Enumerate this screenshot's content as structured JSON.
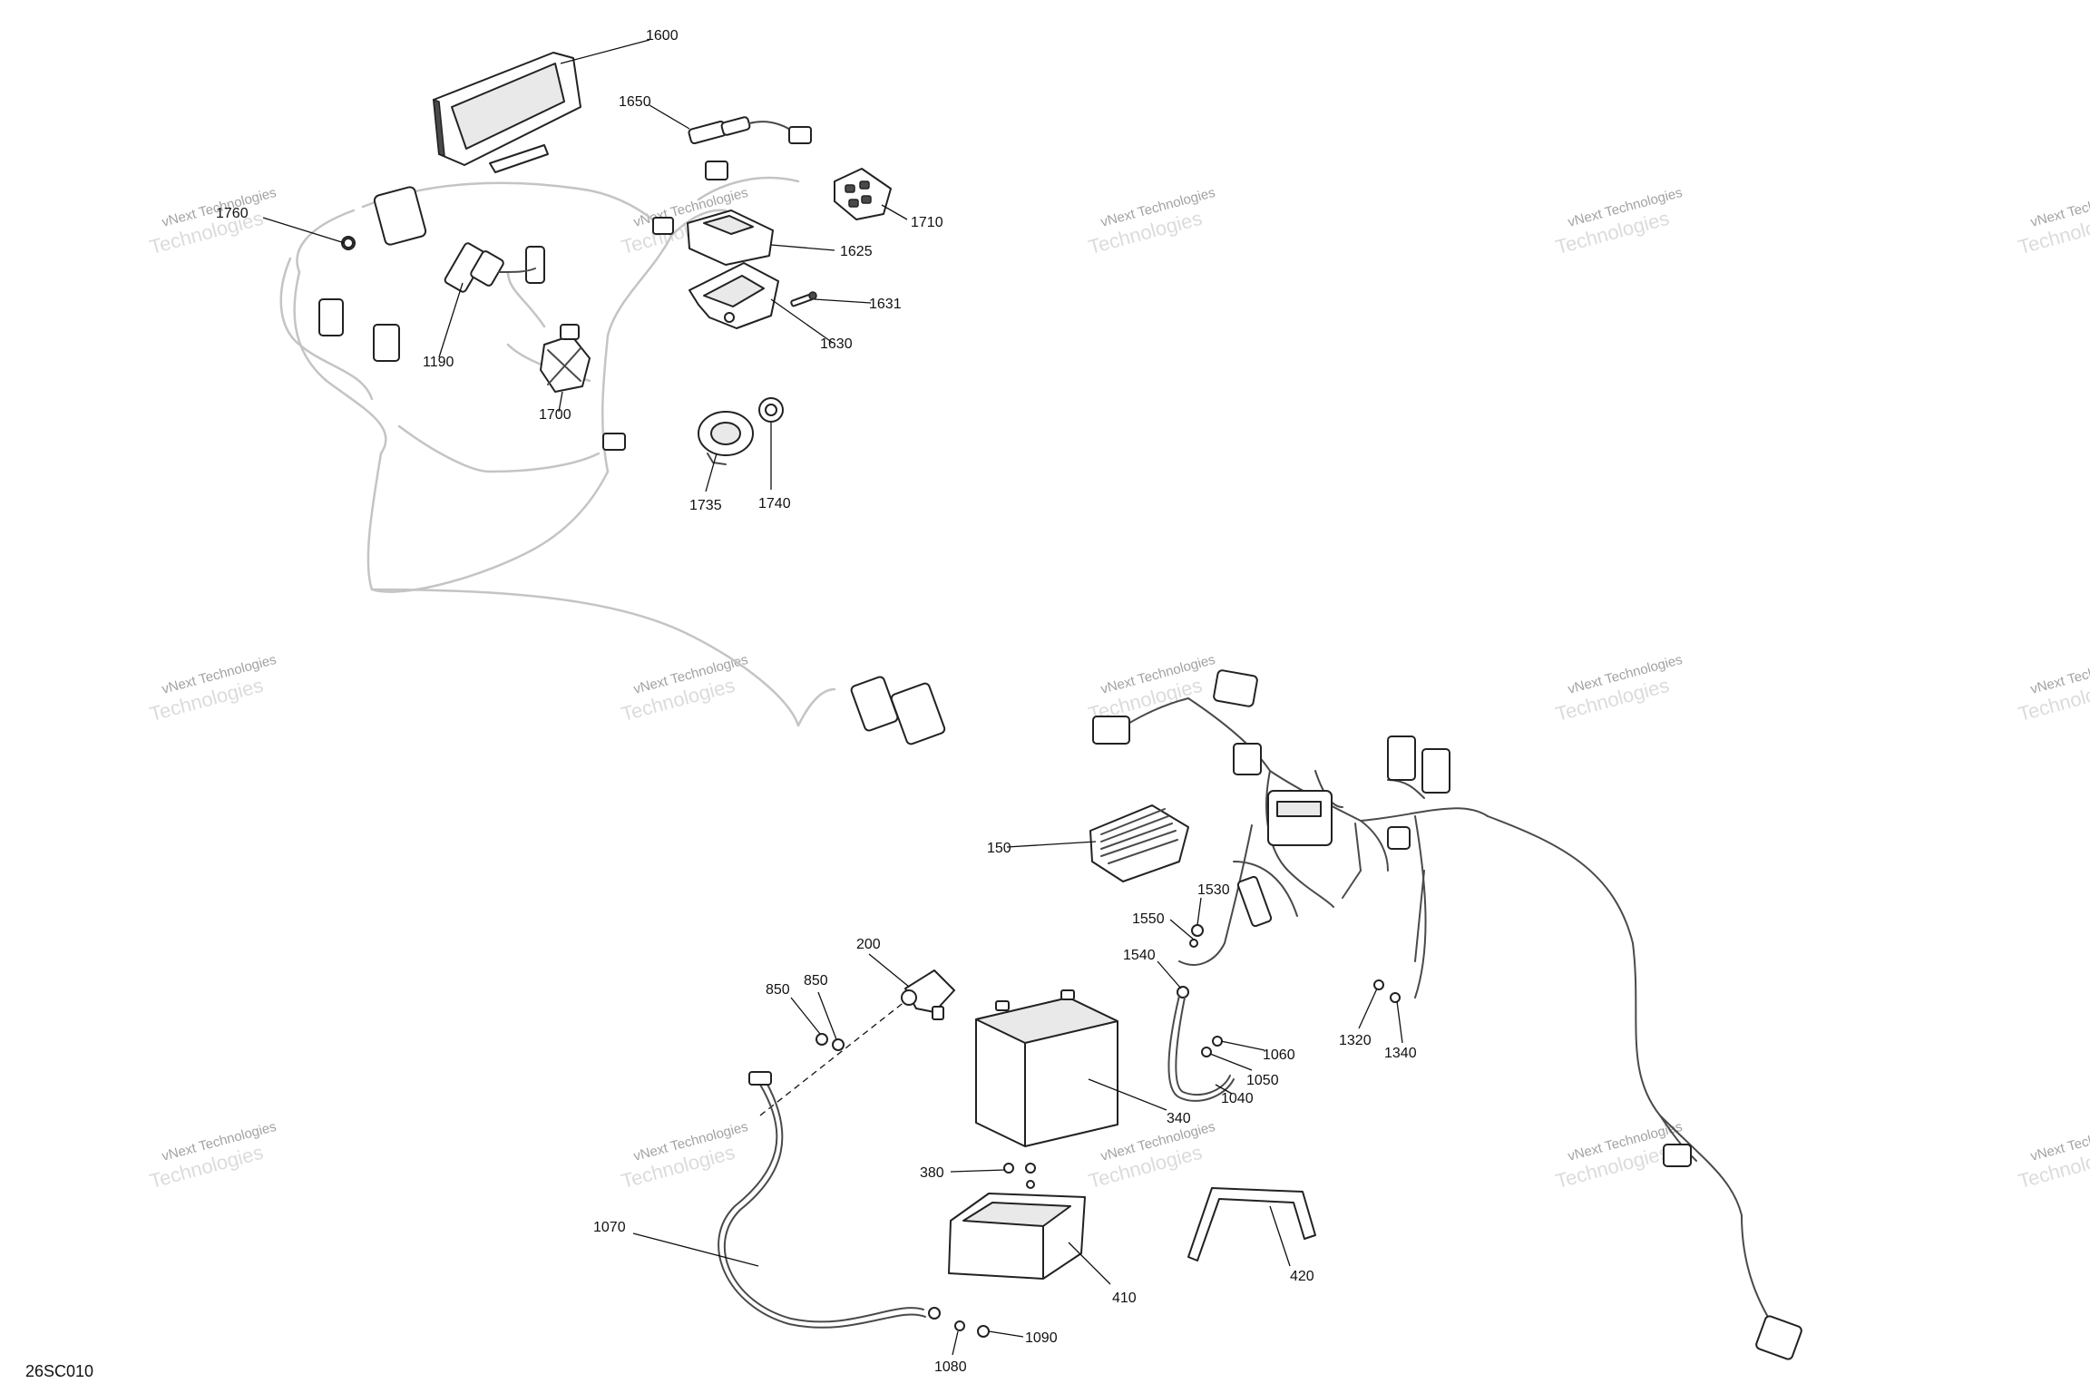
{
  "diagram_code": "26SC010",
  "watermark": {
    "line1": "vNext Technologies",
    "line2": "Technologies"
  },
  "callouts": [
    {
      "id": "1600",
      "label": "1600"
    },
    {
      "id": "1650",
      "label": "1650"
    },
    {
      "id": "1760",
      "label": "1760"
    },
    {
      "id": "1710",
      "label": "1710"
    },
    {
      "id": "1625",
      "label": "1625"
    },
    {
      "id": "1631",
      "label": "1631"
    },
    {
      "id": "1630",
      "label": "1630"
    },
    {
      "id": "1190",
      "label": "1190"
    },
    {
      "id": "1700",
      "label": "1700"
    },
    {
      "id": "1735",
      "label": "1735"
    },
    {
      "id": "1740",
      "label": "1740"
    },
    {
      "id": "150",
      "label": "150"
    },
    {
      "id": "1530",
      "label": "1530"
    },
    {
      "id": "1550",
      "label": "1550"
    },
    {
      "id": "1540",
      "label": "1540"
    },
    {
      "id": "200",
      "label": "200"
    },
    {
      "id": "850a",
      "label": "850"
    },
    {
      "id": "850b",
      "label": "850"
    },
    {
      "id": "1060",
      "label": "1060"
    },
    {
      "id": "1050",
      "label": "1050"
    },
    {
      "id": "1040",
      "label": "1040"
    },
    {
      "id": "1320",
      "label": "1320"
    },
    {
      "id": "1340",
      "label": "1340"
    },
    {
      "id": "340",
      "label": "340"
    },
    {
      "id": "380",
      "label": "380"
    },
    {
      "id": "1070",
      "label": "1070"
    },
    {
      "id": "410",
      "label": "410"
    },
    {
      "id": "420",
      "label": "420"
    },
    {
      "id": "1090",
      "label": "1090"
    },
    {
      "id": "1080",
      "label": "1080"
    }
  ]
}
